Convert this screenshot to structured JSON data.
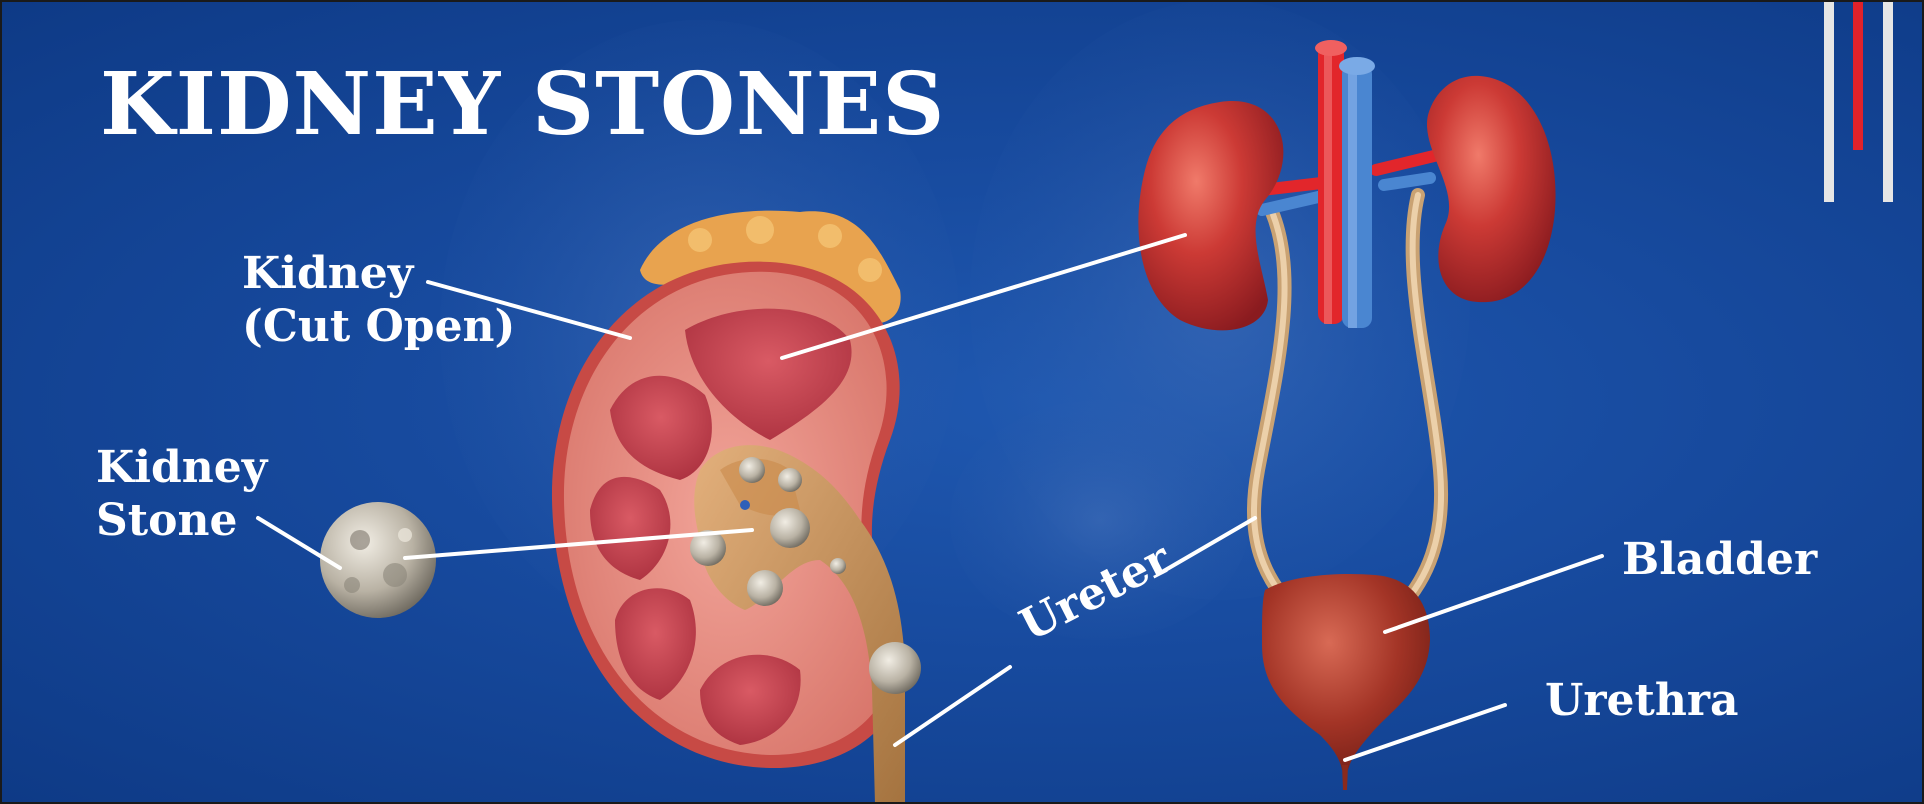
{
  "title": "KIDNEY STONES",
  "labels": {
    "kidney_cut_open": [
      "Kidney",
      "(Cut Open)"
    ],
    "kidney_stone": [
      "Kidney",
      "Stone"
    ],
    "ureter": "Ureter",
    "bladder": "Bladder",
    "urethra": "Urethra"
  },
  "colors": {
    "background": "#174a9e",
    "text": "#ffffff",
    "kidney": "#b8292d",
    "artery": "#e2262b",
    "vein": "#4a86d1",
    "ureter": "#d9b48a",
    "stone": "#b9b2a4",
    "accent_red": "#e0222a",
    "accent_white": "#e6e6e6"
  }
}
